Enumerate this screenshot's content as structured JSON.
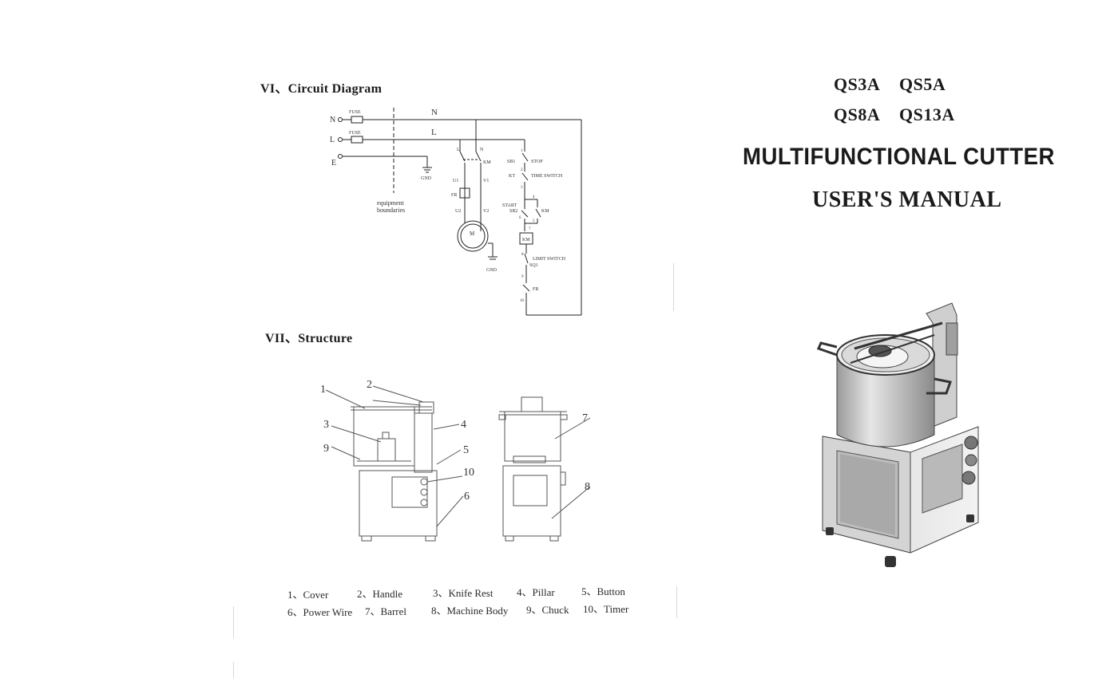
{
  "left_page": {
    "circuit": {
      "title": "VI、Circuit Diagram",
      "labels": {
        "n_terminal": "N",
        "l_terminal": "L",
        "e_terminal": "E",
        "n_line": "N",
        "l_line": "L",
        "fuse1": "FUSE",
        "fuse2": "FUSE",
        "gnd1": "GND",
        "gnd2": "GND",
        "boundary": "equipment\nboundaries",
        "l_small": "L",
        "n_small": "N",
        "km_contact": "KM",
        "u1": "U1",
        "v1": "V1",
        "fr": "FR",
        "u2": "U2",
        "v2": "V2",
        "motor": "M",
        "sb1": "SB1",
        "stop": "STOP",
        "kt": "KT",
        "time_switch": "TIME  SWITCH",
        "start": "START",
        "sb2": "SB2",
        "km_hold": "KM",
        "km_coil": "KM",
        "limit_switch": "LIMIT  SWITCH",
        "sq1": "SQ1",
        "fr2": "FR",
        "n1": "1",
        "n2": "2",
        "n3": "3",
        "n4": "4",
        "n5": "5",
        "n6": "6",
        "n7": "7",
        "n8": "8",
        "n9": "9",
        "n10": "10"
      }
    },
    "structure": {
      "title": "VII、Structure",
      "callouts": [
        "1",
        "2",
        "3",
        "4",
        "5",
        "6",
        "7",
        "8",
        "9",
        "10"
      ],
      "parts_row1": [
        "1、Cover",
        "2、Handle",
        "3、Knife Rest",
        "4、Pillar",
        "5、Button"
      ],
      "parts_row2": [
        "6、Power Wire",
        "7、Barrel",
        "8、Machine Body",
        "9、Chuck",
        "10、Timer"
      ]
    }
  },
  "right_page": {
    "models_row1": [
      "QS3A",
      "QS5A"
    ],
    "models_row2": [
      "QS8A",
      "QS13A"
    ],
    "title": "MULTIFUNCTIONAL CUTTER",
    "subtitle": "USER'S MANUAL"
  }
}
